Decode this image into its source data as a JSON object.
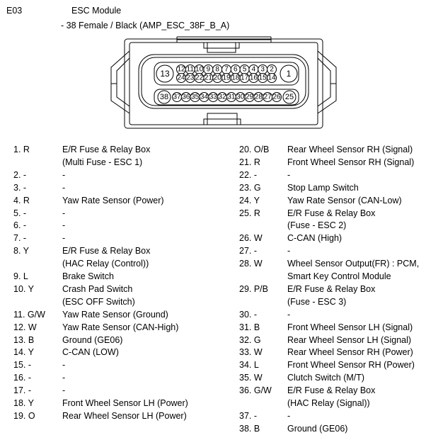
{
  "header": {
    "code": "E03",
    "module": "ESC Module",
    "connector_desc": "- 38 Female / Black (AMP_ESC_38F_B_A)"
  },
  "connector": {
    "top_left_pin": "13",
    "top_right_pin": "1",
    "bottom_left_pin": "38",
    "bottom_right_pin": "25",
    "top_row_upper": [
      "12",
      "11",
      "10",
      "9",
      "8",
      "7",
      "6",
      "5",
      "4",
      "3",
      "2"
    ],
    "top_row_lower": [
      "24",
      "23",
      "22",
      "21",
      "20",
      "19",
      "18",
      "17",
      "16",
      "15",
      "14"
    ],
    "bottom_row": [
      "37",
      "36",
      "35",
      "34",
      "33",
      "32",
      "31",
      "30",
      "29",
      "28",
      "27",
      "26"
    ]
  },
  "pins_left": [
    {
      "num": "1. R",
      "desc": [
        "E/R Fuse & Relay Box",
        "(Multi Fuse - ESC 1)"
      ]
    },
    {
      "num": "2. -",
      "desc": [
        "-"
      ]
    },
    {
      "num": "3. -",
      "desc": [
        "-"
      ]
    },
    {
      "num": "4. R",
      "desc": [
        "Yaw Rate Sensor (Power)"
      ]
    },
    {
      "num": "5. -",
      "desc": [
        "-"
      ]
    },
    {
      "num": "6. -",
      "desc": [
        "-"
      ]
    },
    {
      "num": "7. -",
      "desc": [
        "-"
      ]
    },
    {
      "num": "8. Y",
      "desc": [
        "E/R Fuse & Relay Box",
        "(HAC Relay (Control))"
      ]
    },
    {
      "num": "9. L",
      "desc": [
        "Brake Switch"
      ]
    },
    {
      "num": "10. Y",
      "desc": [
        "Crash Pad Switch",
        "(ESC OFF Switch)"
      ]
    },
    {
      "num": "11. G/W",
      "desc": [
        "Yaw Rate Sensor (Ground)"
      ]
    },
    {
      "num": "12. W",
      "desc": [
        "Yaw Rate Sensor (CAN-High)"
      ]
    },
    {
      "num": "13. B",
      "desc": [
        "Ground (GE06)"
      ]
    },
    {
      "num": "14. Y",
      "desc": [
        "C-CAN (LOW)"
      ]
    },
    {
      "num": "15. -",
      "desc": [
        "-"
      ]
    },
    {
      "num": "16. -",
      "desc": [
        "-"
      ]
    },
    {
      "num": "17. -",
      "desc": [
        "-"
      ]
    },
    {
      "num": "18. Y",
      "desc": [
        "Front Wheel Sensor LH (Power)"
      ]
    },
    {
      "num": "19. O",
      "desc": [
        "Rear Wheel Sensor LH (Power)"
      ]
    }
  ],
  "pins_right": [
    {
      "num": "20. O/B",
      "desc": [
        "Rear Wheel Sensor RH (Signal)"
      ]
    },
    {
      "num": "21. R",
      "desc": [
        "Front Wheel Sensor RH (Signal)"
      ]
    },
    {
      "num": "22. -",
      "desc": [
        "-"
      ]
    },
    {
      "num": "23. G",
      "desc": [
        "Stop Lamp Switch"
      ]
    },
    {
      "num": "24. Y",
      "desc": [
        "Yaw Rate Sensor (CAN-Low)"
      ]
    },
    {
      "num": "25. R",
      "desc": [
        "E/R Fuse & Relay Box",
        "(Fuse - ESC 2)"
      ]
    },
    {
      "num": "26. W",
      "desc": [
        "C-CAN (High)"
      ]
    },
    {
      "num": "27. -",
      "desc": [
        "-"
      ]
    },
    {
      "num": "28. W",
      "desc": [
        "Wheel Sensor Output(FR) : PCM,",
        "Smart Key Control Module"
      ]
    },
    {
      "num": "29. P/B",
      "desc": [
        "E/R Fuse & Relay Box",
        "(Fuse - ESC 3)"
      ]
    },
    {
      "num": "30. -",
      "desc": [
        "-"
      ]
    },
    {
      "num": "31. B",
      "desc": [
        "Front Wheel Sensor LH (Signal)"
      ]
    },
    {
      "num": "32. G",
      "desc": [
        "Rear Wheel Sensor LH (Signal)"
      ]
    },
    {
      "num": "33. W",
      "desc": [
        "Rear Wheel Sensor RH (Power)"
      ]
    },
    {
      "num": "34. L",
      "desc": [
        "Front Wheel Sensor RH (Power)"
      ]
    },
    {
      "num": "35. W",
      "desc": [
        "Clutch Switch (M/T)"
      ]
    },
    {
      "num": "36. G/W",
      "desc": [
        "E/R Fuse & Relay Box",
        "(HAC Relay (Signal))"
      ]
    },
    {
      "num": "37. -",
      "desc": [
        "-"
      ]
    },
    {
      "num": "38. B",
      "desc": [
        "Ground (GE06)"
      ]
    }
  ]
}
